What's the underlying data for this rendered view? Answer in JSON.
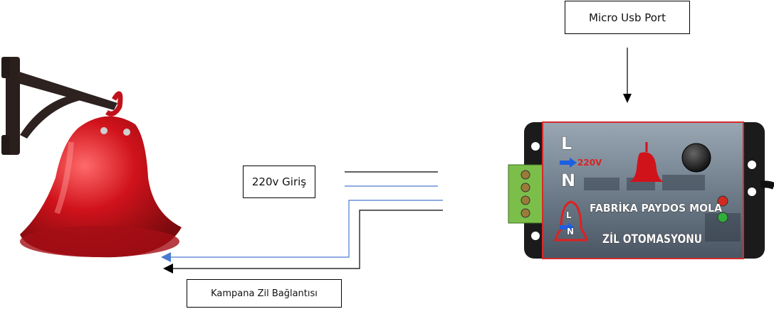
{
  "labels": {
    "usb_port": "Micro Usb Port",
    "power_input": "220v Giriş",
    "bell_connection": "Kampana Zil Bağlantısı"
  },
  "device": {
    "pin_l": "L",
    "pin_n": "N",
    "voltage": "220V",
    "title_line1": "FABRİKA PAYDOS MOLA",
    "title_line2": "ZİL OTOMASYONU",
    "small_l": "L",
    "small_n": "N"
  },
  "colors": {
    "bell_red": "#d0121b",
    "wire_black": "#000000",
    "wire_blue": "#4a7bd0",
    "device_border": "#d62a2a",
    "terminal_green": "#7bbf4a"
  },
  "icons": [
    "wall-bell-icon",
    "arrow-head-icon",
    "bell-symbol-icon",
    "status-led-icon"
  ]
}
